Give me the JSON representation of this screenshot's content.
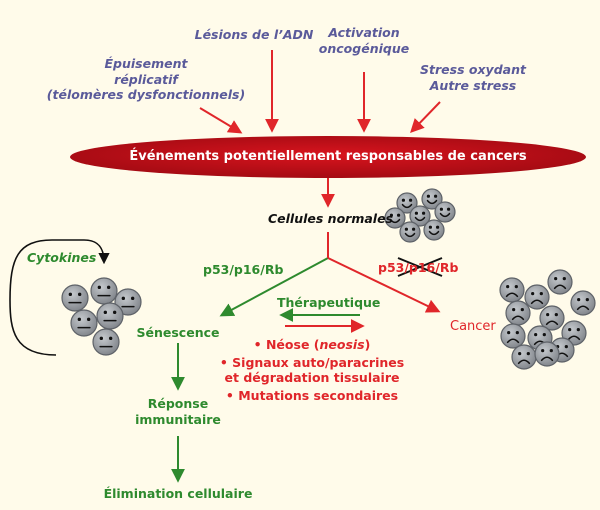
{
  "stressors": {
    "replicative_line1": "Épuisement",
    "replicative_line2": "réplicatif",
    "replicative_line3": "(télomères dysfonctionnels)",
    "dna_damage": "Lésions de l’ADN",
    "oncogenic_line1": "Activation",
    "oncogenic_line2": "oncogénique",
    "oxidative_line1": "Stress oxydant",
    "oxidative_line2": "Autre stress"
  },
  "banner": {
    "text": "Événements potentiellement responsables de cancers"
  },
  "normal_cells": {
    "label": "Cellules normales"
  },
  "pathway": {
    "label": "p53/p16/Rb",
    "struck_label": "p53/p16/Rb"
  },
  "senescence": {
    "cytokines": "Cytokines",
    "label": "Sénescence",
    "immune_line1": "Réponse",
    "immune_line2": "immunitaire",
    "elimination": "Élimination cellulaire"
  },
  "therapy": {
    "label": "Thérapeutique"
  },
  "effects": {
    "neosis_prefix": "• Néose (",
    "neosis_italic": "neosis",
    "neosis_suffix": ")",
    "signals_line1": "• Signaux auto/paracrines",
    "signals_line2": "et dégradation tissulaire",
    "mutations": "• Mutations secondaires"
  },
  "cancer": {
    "label": "Cancer"
  },
  "colors": {
    "background": "#fffbea",
    "stress_text": "#5a5a9a",
    "red": "#e0262a",
    "green": "#2e8a2e",
    "banner": "#c8101a",
    "cell": "#9a9ea4"
  },
  "icons": {
    "smiley": "smiley-cell-icon",
    "neutral": "neutral-cell-icon",
    "sad": "sad-cell-icon"
  }
}
